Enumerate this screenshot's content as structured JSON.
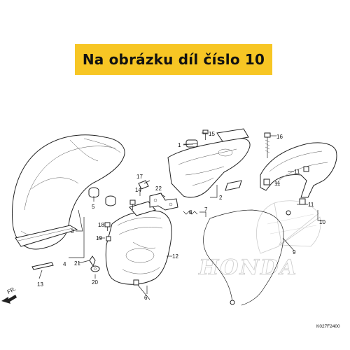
{
  "banner": {
    "text": "Na obrázku díl číslo 10",
    "color": "#f7c624"
  },
  "diagram": {
    "watermark": "HONDA",
    "direction_label": "FR.",
    "catalog_code": "K027F2400",
    "part_labels": {
      "p1": "1",
      "p2": "2",
      "p3": "3",
      "p4": "4",
      "p5": "5",
      "p6": "6",
      "p7": "7",
      "p8": "8",
      "p9": "9",
      "p10": "10",
      "p11a": "11",
      "p11b": "11",
      "p11c": "11",
      "p12": "12",
      "p13": "13",
      "p14": "14",
      "p15": "15",
      "p16": "16",
      "p17": "17",
      "p18": "18",
      "p19": "19",
      "p20": "20",
      "p21": "21",
      "p22": "22"
    }
  }
}
